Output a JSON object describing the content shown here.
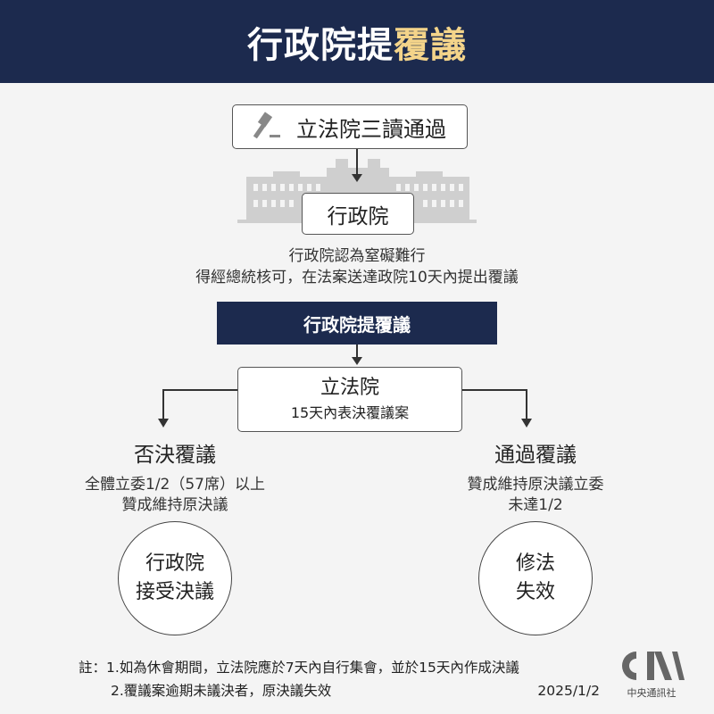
{
  "header": {
    "title_main": "行政院提",
    "title_highlight": "覆議",
    "highlight_color": "#f4d48a",
    "bg_color": "#1c2a4e"
  },
  "step1": {
    "icon": "gavel-icon",
    "label": "立法院三讀通過"
  },
  "step2": {
    "icon": "building-icon",
    "label": "行政院"
  },
  "step2_desc": [
    "行政院認為窒礙難行",
    "得經總統核可，在法案送達政院10天內提出覆議"
  ],
  "step3": {
    "label": "行政院提覆議"
  },
  "step4": {
    "title": "立法院",
    "subtitle": "15天內表決覆議案"
  },
  "left": {
    "heading": "否決覆議",
    "desc": [
      "全體立委1/2（57席）以上",
      "贊成維持原決議"
    ],
    "result": [
      "行政院",
      "接受決議"
    ]
  },
  "right": {
    "heading": "通過覆議",
    "desc": [
      "贊成維持原決議立委",
      "未達1/2"
    ],
    "result": [
      "修法",
      "失效"
    ]
  },
  "footer": {
    "notes": [
      "註：1.如為休會期間，立法院應於7天內自行集會，並於15天內作成決議",
      "2.覆議案逾期未議決者，原決議失效"
    ],
    "date": "2025/1/2",
    "logo_text": "CNA",
    "logo_caption": "中央通訊社"
  }
}
